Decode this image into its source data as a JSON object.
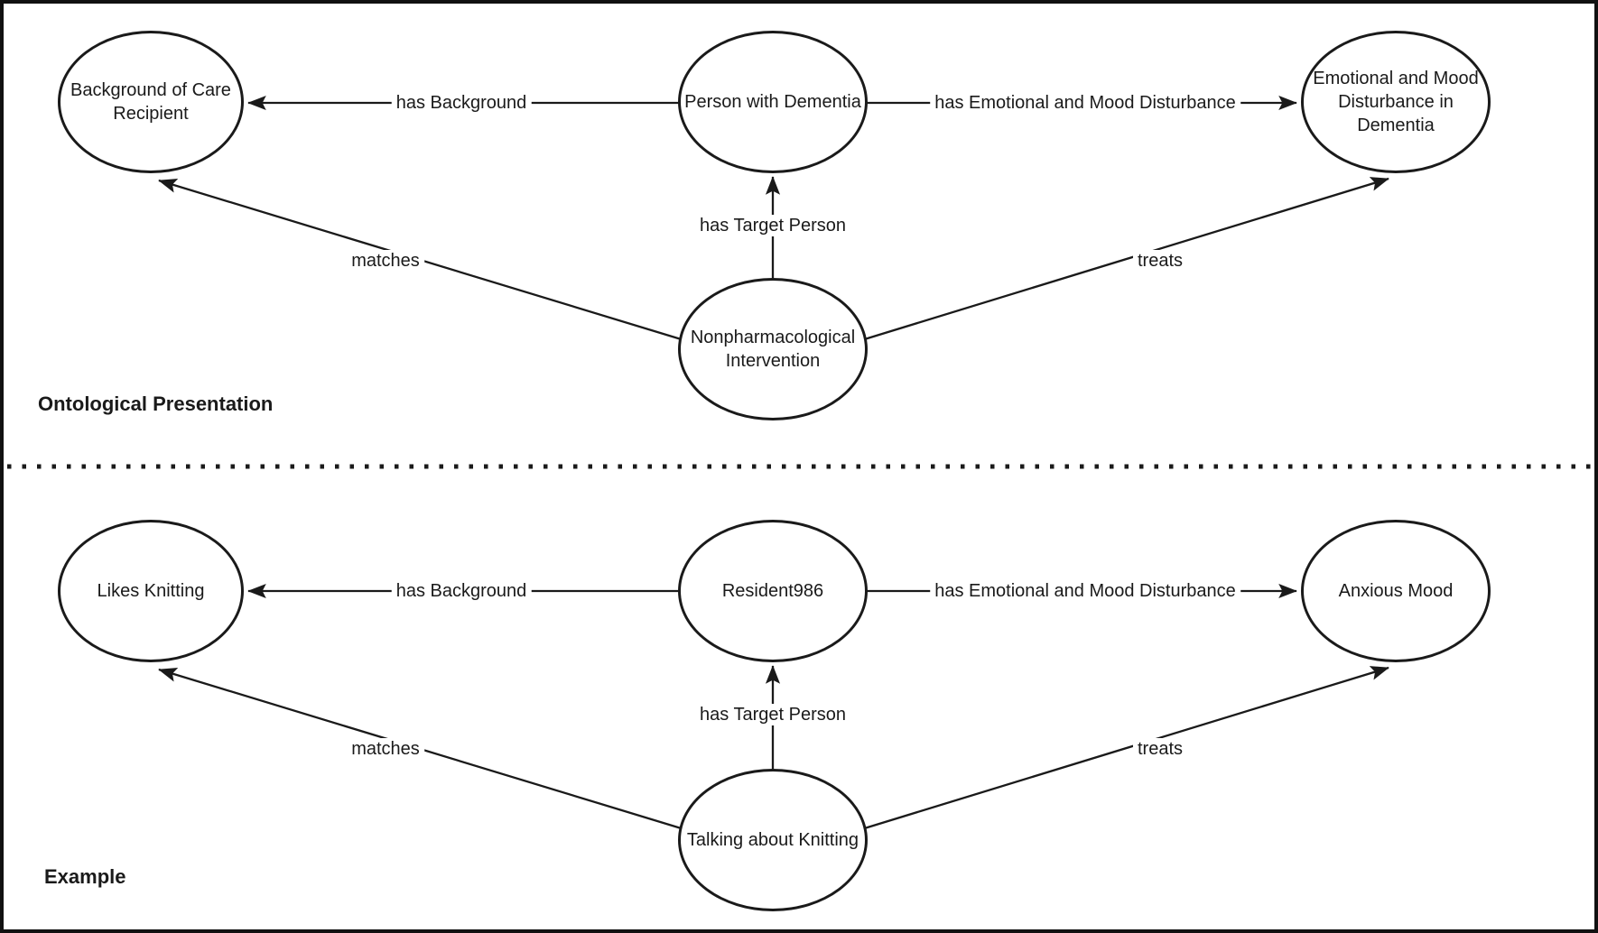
{
  "figure": {
    "colors": {
      "ink": "#1a1a1a",
      "background": "#ffffff"
    },
    "sections": [
      {
        "title": "Ontological Presentation",
        "nodes": {
          "left": "Background of Care Recipient",
          "center": "Person with Dementia",
          "right": "Emotional and Mood Disturbance in Dementia",
          "source": "Nonpharmacological Intervention"
        },
        "edges": {
          "has_background": "has Background",
          "has_emotional_and_mood_disturbance": "has Emotional and Mood Disturbance",
          "has_target_person": "has Target Person",
          "matches": "matches",
          "treats": "treats"
        }
      },
      {
        "title": "Example",
        "nodes": {
          "left": "Likes Knitting",
          "center": "Resident986",
          "right": "Anxious Mood",
          "source": "Talking about Knitting"
        },
        "edges": {
          "has_background": "has Background",
          "has_emotional_and_mood_disturbance": "has Emotional and Mood Disturbance",
          "has_target_person": "has Target Person",
          "matches": "matches",
          "treats": "treats"
        }
      }
    ]
  }
}
